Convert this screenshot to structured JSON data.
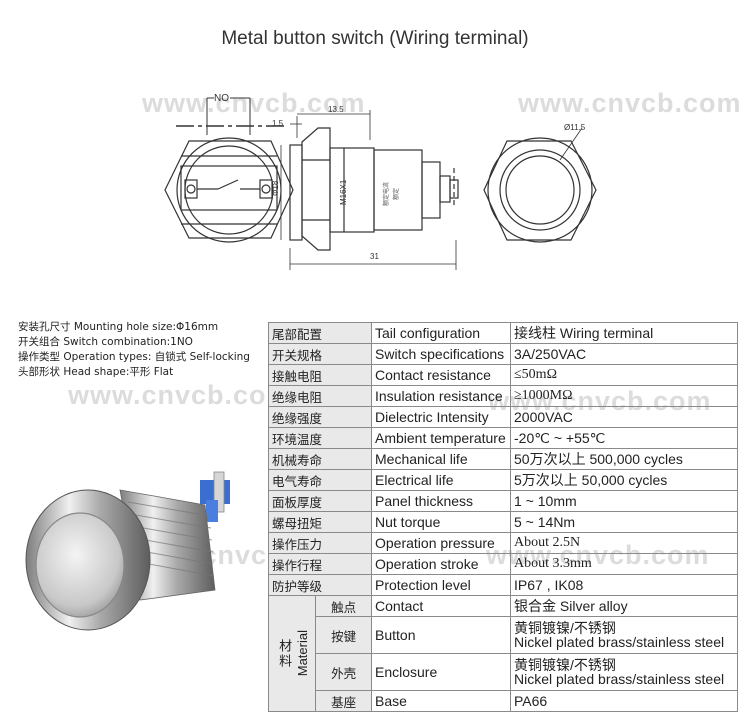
{
  "title": "Metal button switch (Wiring terminal)",
  "watermark": "www.cnvcb.com",
  "drawing": {
    "label_no": "NO",
    "dim_1_5": "1.5",
    "dim_13_5": "13.5",
    "dim_phi18": "Φ18",
    "dim_thread": "M16X1",
    "dim_31": "31",
    "dim_phi11_5": "Ø11.5",
    "side_marks": [
      "额定电流",
      "额定"
    ]
  },
  "left_specs": [
    {
      "zh": "安装孔尺寸",
      "en": " Mounting hole size:Φ16mm"
    },
    {
      "zh": "开关组合",
      "en": " Switch combination:1NO"
    },
    {
      "zh": "操作类型",
      "en": " Operation types: 自锁式 Self-locking"
    },
    {
      "zh": "头部形状",
      "en": " Head shape:平形 Flat"
    }
  ],
  "table": {
    "rows": [
      {
        "zh": "尾部配置",
        "en": "Tail configuration",
        "val": "接线柱 Wiring terminal",
        "serif": false
      },
      {
        "zh": "开关规格",
        "en": "Switch specifications",
        "val": "3A/250VAC",
        "serif": false
      },
      {
        "zh": "接触电阻",
        "en": "Contact resistance",
        "val": "≤50mΩ",
        "serif": true
      },
      {
        "zh": "绝缘电阻",
        "en": "Insulation resistance",
        "val": "≥1000MΩ",
        "serif": true
      },
      {
        "zh": "绝缘强度",
        "en": "Dielectric Intensity",
        "val": "2000VAC",
        "serif": false
      },
      {
        "zh": "环境温度",
        "en": "Ambient temperature",
        "val": "-20℃ ~ +55℃",
        "serif": false
      },
      {
        "zh": "机械寿命",
        "en": "Mechanical life",
        "val": "50万次以上 500,000 cycles",
        "serif": false
      },
      {
        "zh": "电气寿命",
        "en": "Electrical life",
        "val": "5万次以上 50,000  cycles",
        "serif": false
      },
      {
        "zh": "面板厚度",
        "en": "Panel thickness",
        "val": "1 ~ 10mm",
        "serif": false
      },
      {
        "zh": "螺母扭矩",
        "en": "Nut torque",
        "val": "5 ~ 14Nm",
        "serif": false
      },
      {
        "zh": "操作压力",
        "en": "Operation pressure",
        "val": "About 2.5N",
        "serif": true
      },
      {
        "zh": "操作行程",
        "en": "Operation stroke",
        "val": "About 3.3mm",
        "serif": true
      },
      {
        "zh": "防护等级",
        "en": "Protection level",
        "val": "IP67 , IK08",
        "serif": false
      }
    ],
    "material": {
      "zh": "材料",
      "en": "Material",
      "rows": [
        {
          "zh": "触点",
          "en": "Contact",
          "val1": "银合金 Silver alloy",
          "val2": ""
        },
        {
          "zh": "按键",
          "en": "Button",
          "val1": "黄铜镀镍/不锈钢",
          "val2": "Nickel plated brass/stainless steel"
        },
        {
          "zh": "外壳",
          "en": "Enclosure",
          "val1": "黄铜镀镍/不锈钢",
          "val2": "Nickel plated brass/stainless steel"
        },
        {
          "zh": "基座",
          "en": "Base",
          "val1": "PA66",
          "val2": ""
        }
      ]
    }
  }
}
